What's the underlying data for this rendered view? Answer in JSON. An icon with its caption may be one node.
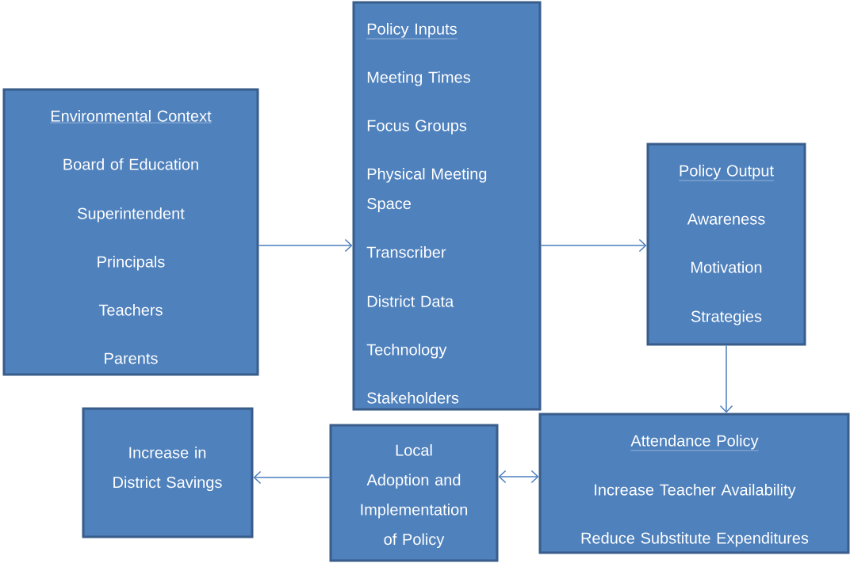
{
  "diagram": {
    "nodes": [
      {
        "text": [
          "Environmental Context",
          "Board of Education",
          "Superintendent",
          "Principals",
          "Teachers",
          "Parents"
        ]
      },
      {
        "text": [
          "Policy Inputs",
          "Meeting Times",
          "Focus Groups",
          "Physical Meeting Space",
          "Transcriber",
          "District Data",
          "Technology",
          "Stakeholders"
        ]
      },
      {
        "text": [
          "Policy Output",
          "Awareness",
          "Motivation",
          "Strategies"
        ]
      },
      {
        "text": [
          "Attendance Policy",
          "Increase Teacher Availability",
          "Reduce Substitute Expenditures"
        ]
      },
      {
        "text": [
          "Local Adoption and Implementation of Policy"
        ]
      },
      {
        "text": [
          "Increase in District Savings"
        ]
      }
    ],
    "edges": [
      {
        "from": 0,
        "to": 1,
        "arrow": "to"
      },
      {
        "from": 1,
        "to": 2,
        "arrow": "to"
      },
      {
        "from": 2,
        "to": 3,
        "arrow": "to"
      },
      {
        "from": 3,
        "to": 4,
        "arrow": "both"
      },
      {
        "from": 4,
        "to": 5,
        "arrow": "to"
      }
    ]
  }
}
